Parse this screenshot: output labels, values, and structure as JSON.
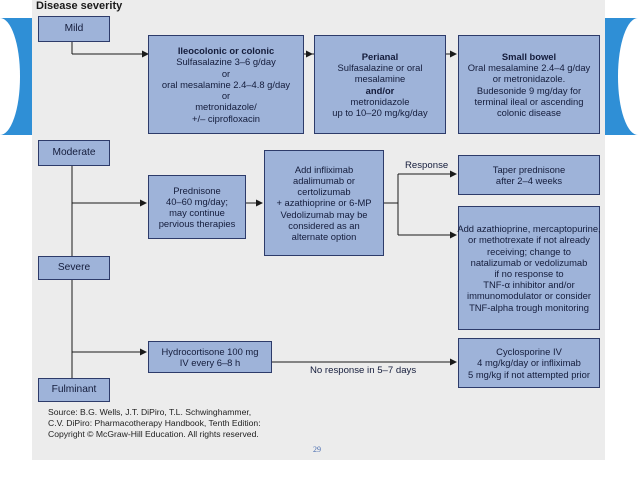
{
  "title": "Disease severity",
  "severity": {
    "mild": "Mild",
    "moderate": "Moderate",
    "severe": "Severe",
    "fulminant": "Fulminant"
  },
  "mild_boxes": {
    "ileocolonic": {
      "heading": "Ileocolonic or colonic",
      "lines": [
        "Sulfasalazine 3–6 g/day",
        "or",
        "oral mesalamine 2.4–4.8 g/day",
        "or",
        "metronidazole/",
        "+/– ciprofloxacin"
      ]
    },
    "perianal": {
      "heading": "Perianal",
      "lines": [
        "Sulfasalazine or oral",
        "mesalamine"
      ],
      "connector": "and/or",
      "lines2": [
        "metronidazole",
        "up to 10–20 mg/kg/day"
      ]
    },
    "small_bowel": {
      "heading": "Small bowel",
      "lines": [
        "Oral mesalamine 2.4–4 g/day",
        "or metronidazole.",
        "Budesonide 9 mg/day for",
        "terminal ileal or ascending",
        "colonic disease"
      ]
    }
  },
  "prednisone_box": [
    "Prednisone",
    "40–60 mg/day;",
    "may continue",
    "pervious therapies"
  ],
  "infliximab_box": [
    "Add infliximab",
    "adalimumab or",
    "certolizumab",
    "+ azathioprine or 6-MP",
    "Vedolizumab may be",
    "considered as an",
    "alternate option"
  ],
  "response_label": "Response",
  "taper_box": [
    "Taper prednisone",
    "after 2–4 weeks"
  ],
  "add_aza_box": [
    "Add azathioprine, mercaptopurine,",
    "or methotrexate if not already",
    "receiving; change to",
    "natalizumab or vedolizumab",
    "if no response to",
    "TNF-α inhibitor and/or",
    "immunomodulator or consider",
    "TNF-alpha trough monitoring"
  ],
  "hydrocortisone_box": [
    "Hydrocortisone 100 mg",
    "IV every 6–8 h"
  ],
  "no_response_label": "No response in 5–7 days",
  "cyclosporine_box": [
    "Cyclosporine IV",
    "4 mg/kg/day or infliximab",
    "5 mg/kg if not attempted prior"
  ],
  "source": [
    "Source: B.G. Wells, J.T. DiPiro, T.L. Schwinghammer,",
    "C.V. DiPiro: Pharmacotherapy Handbook, Tenth Edition:",
    "Copyright © McGraw-Hill Education. All rights reserved."
  ],
  "page_number": "29",
  "colors": {
    "box_fill": "#9eb3d9",
    "box_border": "#2d3b6a",
    "figure_bg": "#ececec",
    "accent": "#2f8fd6"
  }
}
